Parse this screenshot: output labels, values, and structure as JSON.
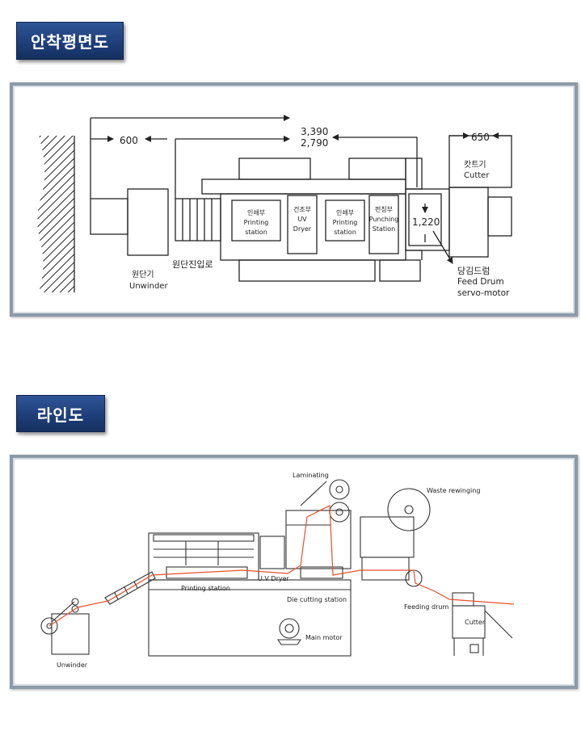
{
  "sections": {
    "plan_title": "안착평면도",
    "line_title": "라인도"
  },
  "plan": {
    "dim_600": "600",
    "dim_3390": "3,390",
    "dim_2790": "2,790",
    "dim_650": "650",
    "dim_1220": "1,220",
    "cutter_ko": "캇트기",
    "cutter_en": "Cutter",
    "print1_ko": "인쇄부",
    "print1_en1": "Printing",
    "print1_en2": "station",
    "dryer_ko": "건조부",
    "dryer_en1": "UV",
    "dryer_en2": "Dryer",
    "print2_ko": "인쇄부",
    "print2_en1": "Printing",
    "print2_en2": "station",
    "punch_ko": "펀칭부",
    "punch_en1": "Punching",
    "punch_en2": "Station",
    "unwinder_ko": "원단기",
    "unwinder_en": "Unwinder",
    "entry_ko": "원단진입로",
    "feed_ko": "당김드럼",
    "feed_en1": "Feed Drum",
    "feed_en2": "servo-motor"
  },
  "line": {
    "laminating": "Laminating",
    "waste": "Waste rewinging",
    "printing_station": "Printing station",
    "uv_dryer": "U.V Dryer",
    "die_cutting": "Die cutting station",
    "feeding_drum": "Feeding drum",
    "cutter": "Cutter",
    "main_motor": "Main motor",
    "unwinder": "Unwinder"
  },
  "colors": {
    "title_bg": "#1f3f7a",
    "frame_border": "#8c9aa8",
    "web_path": "#e8502a"
  }
}
